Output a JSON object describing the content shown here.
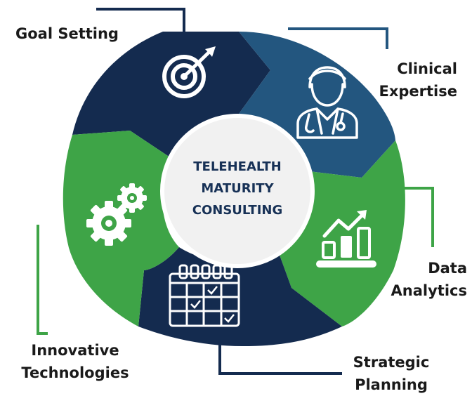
{
  "center": {
    "lines": [
      "TELEHEALTH",
      "MATURITY",
      "CONSULTING"
    ]
  },
  "segments": [
    {
      "label_lines": [
        "Goal Setting"
      ],
      "icon": "target-icon",
      "color": "#142b4f"
    },
    {
      "label_lines": [
        "Clinical",
        "Expertise"
      ],
      "icon": "doctor-icon",
      "color": "#23567f"
    },
    {
      "label_lines": [
        "Data",
        "Analytics"
      ],
      "icon": "growth-chart-icon",
      "color": "#3ea447"
    },
    {
      "label_lines": [
        "Strategic",
        "Planning"
      ],
      "icon": "calendar-icon",
      "color": "#142b4f"
    },
    {
      "label_lines": [
        "Innovative",
        "Technologies"
      ],
      "icon": "gears-icon",
      "color": "#3ea447"
    }
  ],
  "colors": {
    "navy": "#142b4f",
    "blue": "#23567f",
    "green": "#3ea447",
    "center_fill": "#f1f1f1",
    "center_text": "#173156"
  }
}
